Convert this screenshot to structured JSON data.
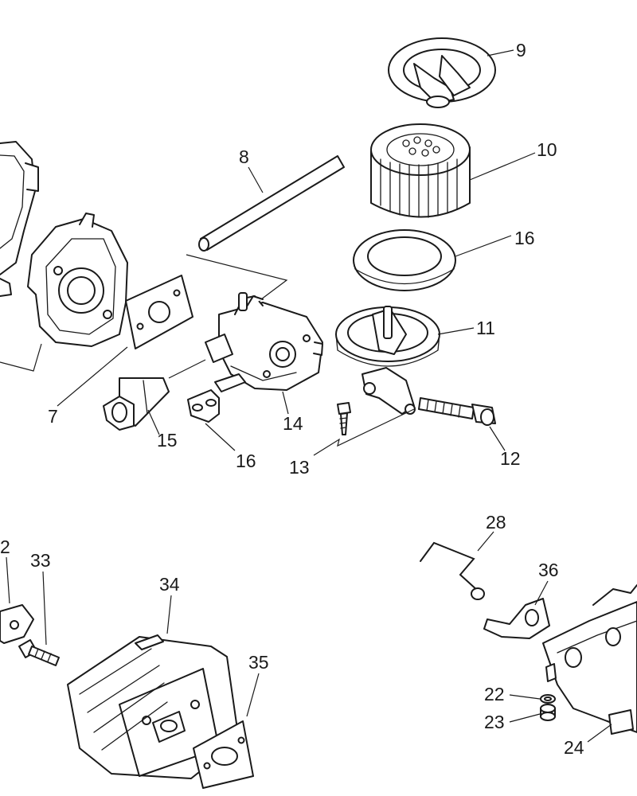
{
  "labels": {
    "p2": "2",
    "p7": "7",
    "p8": "8",
    "p9": "9",
    "p10": "10",
    "p11": "11",
    "p12": "12",
    "p13": "13",
    "p14": "14",
    "p15": "15",
    "p16a": "16",
    "p16b": "16",
    "p22": "22",
    "p23": "23",
    "p24": "24",
    "p28": "28",
    "p33": "33",
    "p34": "34",
    "p35": "35",
    "p36": "36"
  },
  "colors": {
    "line": "#1a1a1a",
    "background": "#ffffff"
  }
}
